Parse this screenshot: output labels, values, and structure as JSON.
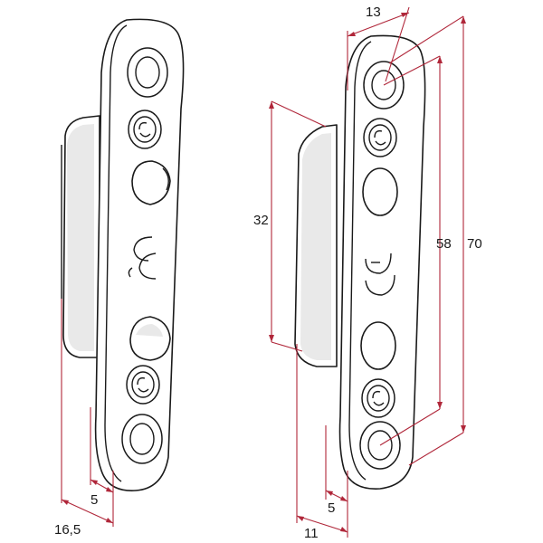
{
  "colors": {
    "outline": "#1a1a1a",
    "dimension": "#b0273a",
    "shading": "#e9e9e9"
  },
  "dimensions": {
    "left_width_total": "16,5",
    "left_width_plate": "5",
    "right_top_width": "13",
    "right_height_hole_spacing": "58",
    "right_height_total": "70",
    "right_height_base": "32",
    "right_width_bottom": "11",
    "right_width_plate": "5"
  }
}
